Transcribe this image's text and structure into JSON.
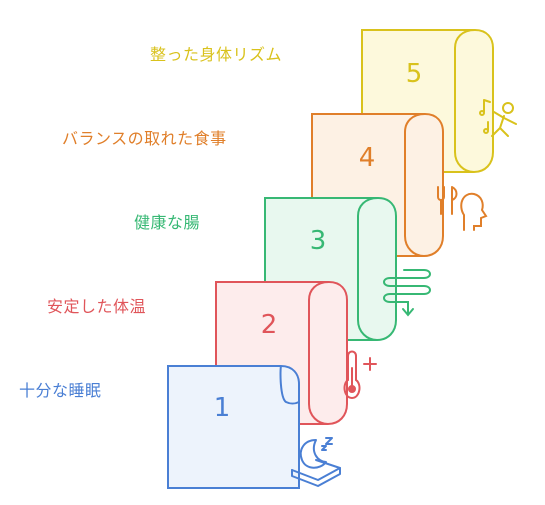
{
  "steps": [
    {
      "number": "1",
      "label": "十分な睡眠",
      "color": "#4a7fd4",
      "fill": "#edf3fc",
      "icon": "sleep-icon"
    },
    {
      "number": "2",
      "label": "安定した体温",
      "color": "#e0555a",
      "fill": "#fdecec",
      "icon": "thermometer-icon"
    },
    {
      "number": "3",
      "label": "健康な腸",
      "color": "#37b874",
      "fill": "#e8f8ef",
      "icon": "intestine-icon"
    },
    {
      "number": "4",
      "label": "バランスの取れた食事",
      "color": "#e07f2a",
      "fill": "#fdf1e4",
      "icon": "meal-icon"
    },
    {
      "number": "5",
      "label": "整った身体リズム",
      "color": "#d9c21c",
      "fill": "#fdf9dc",
      "icon": "dancing-icon"
    }
  ]
}
